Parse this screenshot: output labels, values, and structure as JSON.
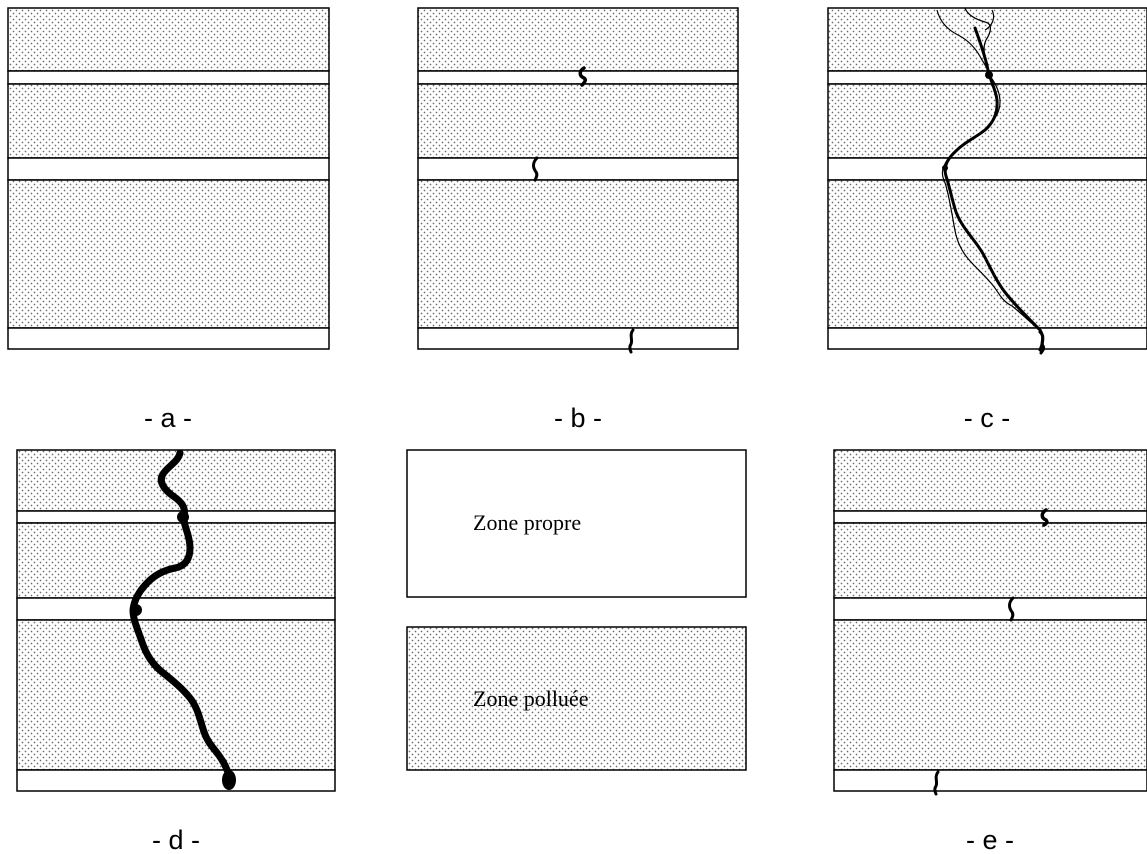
{
  "captions": {
    "a": "- a -",
    "b": "- b -",
    "c": "- c -",
    "d": "- d -",
    "e": "- e -"
  },
  "legend": {
    "clean_zone": "Zone propre",
    "polluted_zone": "Zone polluée"
  },
  "colors": {
    "stroke": "#000000",
    "dot": "#6e6e6e",
    "background": "#ffffff"
  }
}
